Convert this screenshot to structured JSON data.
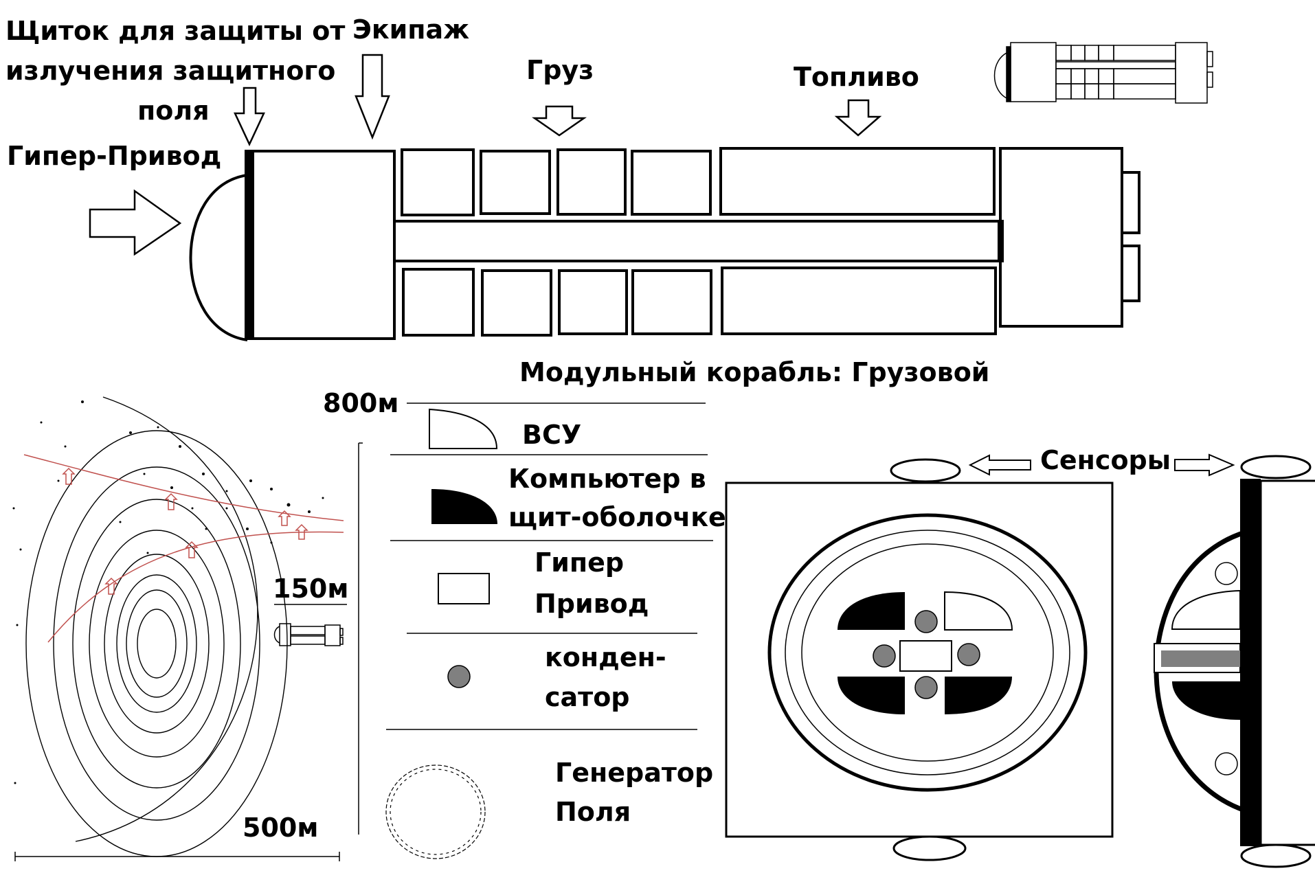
{
  "labels": {
    "shield": [
      "Щиток для защиты от",
      "излучения защитного",
      "поля"
    ],
    "hyperdrive": "Гипер-Привод",
    "crew": "Экипаж",
    "cargo": "Груз",
    "fuel": "Топливо",
    "title": "Модульный корабль: Грузовой",
    "sensors": "Сенсоры"
  },
  "scale": {
    "d800": "800м",
    "d150": "150м",
    "d500": "500м"
  },
  "legend": {
    "apu": "ВСУ",
    "computer": [
      "Компьютер в",
      "щит-оболочке"
    ],
    "hyper": [
      "Гипер",
      "Привод"
    ],
    "capacitor": [
      "конден-",
      "сатор"
    ],
    "generator": [
      "Генератор",
      "Поля"
    ]
  },
  "colors": {
    "ink": "#000000",
    "field_trajectory": "#c0504d",
    "capacitor_fill": "#808080"
  },
  "icons": [
    "arrow-right-icon",
    "arrow-down-icon",
    "arrow-left-icon"
  ]
}
